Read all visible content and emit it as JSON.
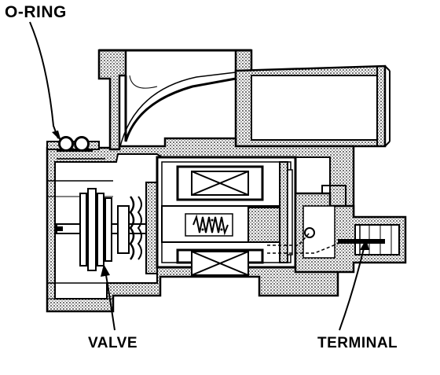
{
  "labels": {
    "o_ring": "O-RING",
    "valve": "VALVE",
    "terminal": "TERMINAL"
  },
  "colors": {
    "ink": "#000000",
    "paper": "#ffffff",
    "hatch": "#1a1a1a"
  }
}
